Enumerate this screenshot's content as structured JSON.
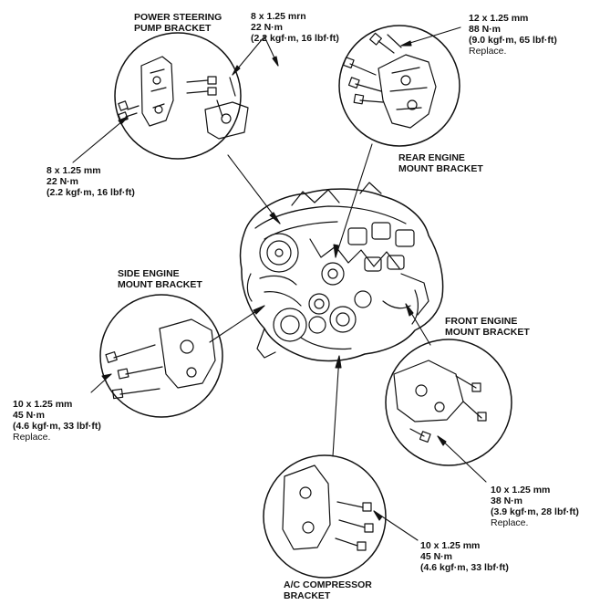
{
  "labels": {
    "power_steering": {
      "line1": "POWER STEERING",
      "line2": "PUMP BRACKET"
    },
    "rear_engine": {
      "line1": "REAR ENGINE",
      "line2": "MOUNT BRACKET"
    },
    "side_engine": {
      "line1": "SIDE ENGINE",
      "line2": "MOUNT BRACKET"
    },
    "front_engine": {
      "line1": "FRONT ENGINE",
      "line2": "MOUNT BRACKET"
    },
    "ac_compressor": {
      "line1": "A/C COMPRESSOR",
      "line2": "BRACKET"
    }
  },
  "specs": {
    "ps_top": {
      "size": "8 x 1.25 mrn",
      "torque": "22 N·m",
      "alt": "(2.2 kgf·m, 16 lbf·ft)"
    },
    "ps_left": {
      "size": "8 x 1.25 mm",
      "torque": "22 N·m",
      "alt": "(2.2 kgf·m, 16 lbf·ft)"
    },
    "rear": {
      "size": "12 x 1.25 mm",
      "torque": "88 N·m",
      "alt": "(9.0 kgf·m, 65 lbf·ft)",
      "note": "Replace."
    },
    "side": {
      "size": "10 x 1.25 mm",
      "torque": "45 N·m",
      "alt": "(4.6 kgf·m, 33 lbf·ft)",
      "note": "Replace."
    },
    "front": {
      "size": "10 x 1.25 mm",
      "torque": "38 N·m",
      "alt": "(3.9 kgf·m, 28 lbf·ft)",
      "note": "Replace."
    },
    "ac": {
      "size": "10 x 1.25 mm",
      "torque": "45 N·m",
      "alt": "(4.6 kgf·m, 33 lbf·ft)"
    }
  }
}
